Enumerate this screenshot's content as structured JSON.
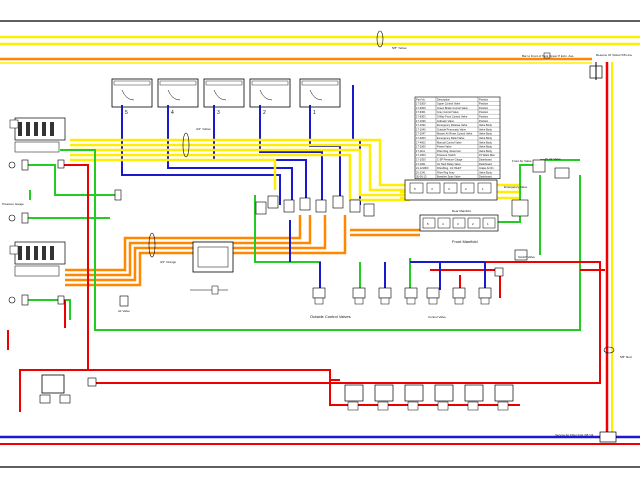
{
  "labels": {
    "top_yellow": "5/8\" Yellow",
    "bar_orange": "Bar to Front of Tank Upper P Extn. Ass.",
    "right_top": "Reserve Of Yellow 5/8 Line",
    "yellow_bundle": "3/4\" Yellow",
    "orange_bundle": "3/4\" Orange",
    "rear_manifold": "Rear Manifold",
    "front_manifold": "Front Manifold",
    "outside_valves": "Outside Control Valves",
    "right_vertical": "5/8\" Red",
    "bottom_blue": "Service Air Filter Inlet 3/8 1/4",
    "valve_lower": "Control Valve",
    "pressure_gauge": "Pressure Gauge",
    "left_air": "Air Valve",
    "front_air": "Front Air Valve",
    "emergency": "Emergency Valve",
    "switch_valve": "Switch Valve",
    "to_air": "To Air Valve"
  },
  "truck_valves": [
    "5",
    "4",
    "3",
    "2",
    "1"
  ],
  "rear_manifold_ports": [
    "5",
    "4",
    "3",
    "2",
    "1"
  ],
  "front_manifold_ports": [
    "5",
    "4",
    "3",
    "2",
    "1"
  ],
  "parts_table": {
    "headers": [
      "Part No.",
      "Description",
      "Position"
    ],
    "rows": [
      [
        "17-2009",
        "Upper Control Valve",
        "Position"
      ],
      [
        "17-2009",
        "Green Brake Control Valve",
        "Position"
      ],
      [
        "17-6301",
        "Grey Control Valve",
        "Position"
      ],
      [
        "17-6303",
        "3-Way Front Control Valve",
        "Position"
      ],
      [
        "17-1030",
        "Indicator Valve",
        "Position"
      ],
      [
        "17-1032",
        "Emergency Release Valve",
        "Valve Body"
      ],
      [
        "17-1040",
        "Outside Pneumatic Valve",
        "Valve Body"
      ],
      [
        "17-1047",
        "Master Air Reset Control Valve",
        "Valve Body"
      ],
      [
        "17-4003",
        "Emergency Relief Valve",
        "Valve Body"
      ],
      [
        "17-4602",
        "Manual Control Valve",
        "Valve Body"
      ],
      [
        "17-1060",
        "Preset Valve",
        "Valve Body"
      ],
      [
        "17-1111",
        "Filter Reg. Reservoir",
        "Valve Body"
      ],
      [
        "17-1003",
        "Pressure Switch",
        "15 Watts Max"
      ],
      [
        "17-1050",
        "C-5P Pressure Gauge",
        "Dashboard"
      ],
      [
        "17-1061",
        "Air Tank Relay Valve",
        "Dashboard"
      ],
      [
        "21-1210FF",
        "Filter/Reg. 1/2 INLET",
        "Intake Air Rx"
      ],
      [
        "20-1241",
        "Filter Reg Assy",
        "Valve Body"
      ],
      [
        "05-06-13",
        "Breather Spec Valve",
        "Dashboard"
      ]
    ]
  }
}
